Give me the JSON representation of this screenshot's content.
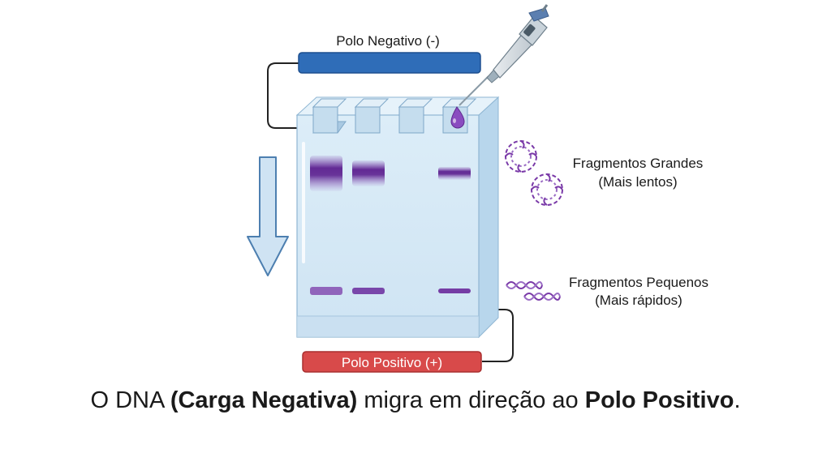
{
  "labels": {
    "negative_pole": "Polo Negativo (-)",
    "positive_pole": "Polo Positivo (+)",
    "large_fragments_line1": "Fragmentos Grandes",
    "large_fragments_line2": "(Mais lentos)",
    "small_fragments_line1": "Fragmentos Pequenos",
    "small_fragments_line2": "(Mais rápidos)"
  },
  "caption": {
    "part1": "O DNA ",
    "bold1": "(Carga Negativa)",
    "part2": " migra em direção ao ",
    "bold2": "Polo Positivo",
    "part3": "."
  },
  "colors": {
    "negative_pole": "#2f6db8",
    "positive_pole": "#d84a4a",
    "gel": "#d6e9f5",
    "dna_band": "#6a2a9c",
    "arrow": "#cfe3f3"
  },
  "icons": [
    "micropipette-icon",
    "dna-droplet-icon",
    "circular-dna-icon",
    "dna-helix-icon",
    "migration-arrow-icon"
  ]
}
